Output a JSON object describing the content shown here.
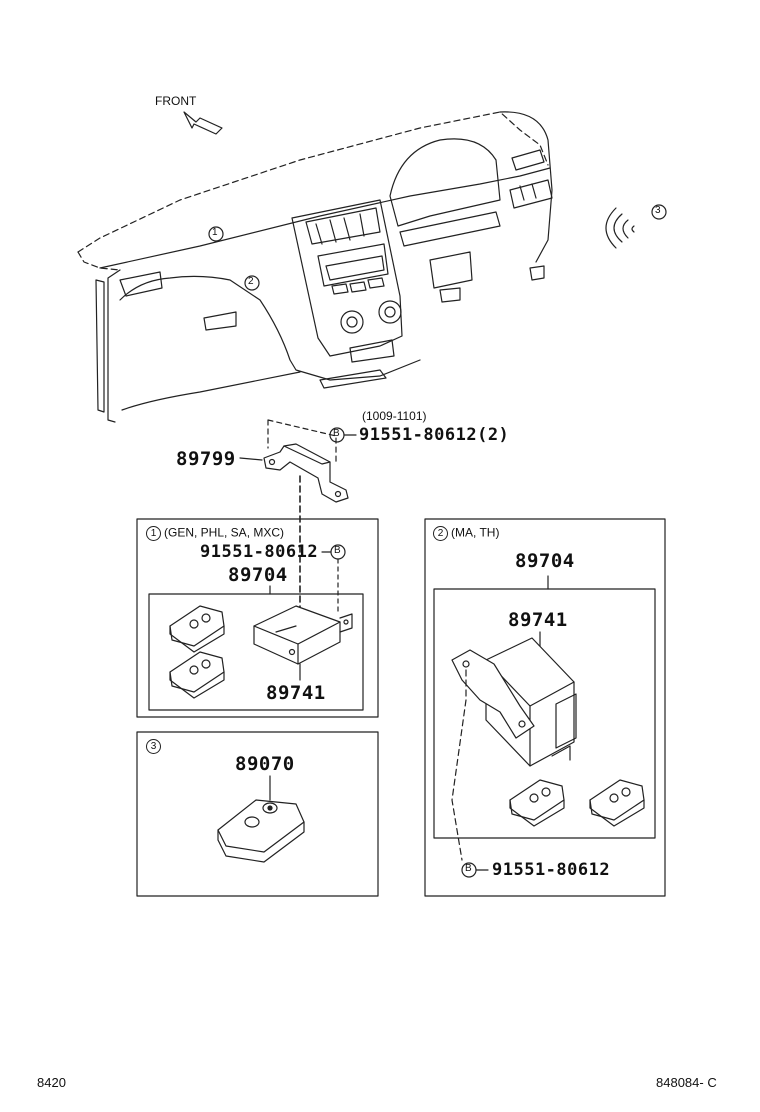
{
  "orientation": {
    "front_label": "FRONT"
  },
  "callouts": {
    "one": "1",
    "two": "2",
    "three": "3"
  },
  "top_assembly": {
    "bracket_part": "89799",
    "date_note": "(1009-1101)",
    "bolt_marker": "B",
    "bolt_part": "91551-80612(2)"
  },
  "panel_1": {
    "marker": "1",
    "variants": "(GEN, PHL, SA, MXC)",
    "bolt_part": "91551-80612",
    "bolt_marker": "B",
    "kit_part": "89704",
    "module_part": "89741"
  },
  "panel_2": {
    "marker": "2",
    "variants": "(MA, TH)",
    "kit_part": "89704",
    "module_part": "89741",
    "bolt_marker": "B",
    "bolt_part": "91551-80612"
  },
  "panel_3": {
    "marker": "3",
    "transmitter_part": "89070"
  },
  "footer": {
    "page_code": "8420",
    "figure_code": "848084- C"
  },
  "icons": [
    "front-arrow-icon",
    "signal-wave-icon",
    "key-fob-icon",
    "control-module-icon",
    "bracket-icon"
  ]
}
